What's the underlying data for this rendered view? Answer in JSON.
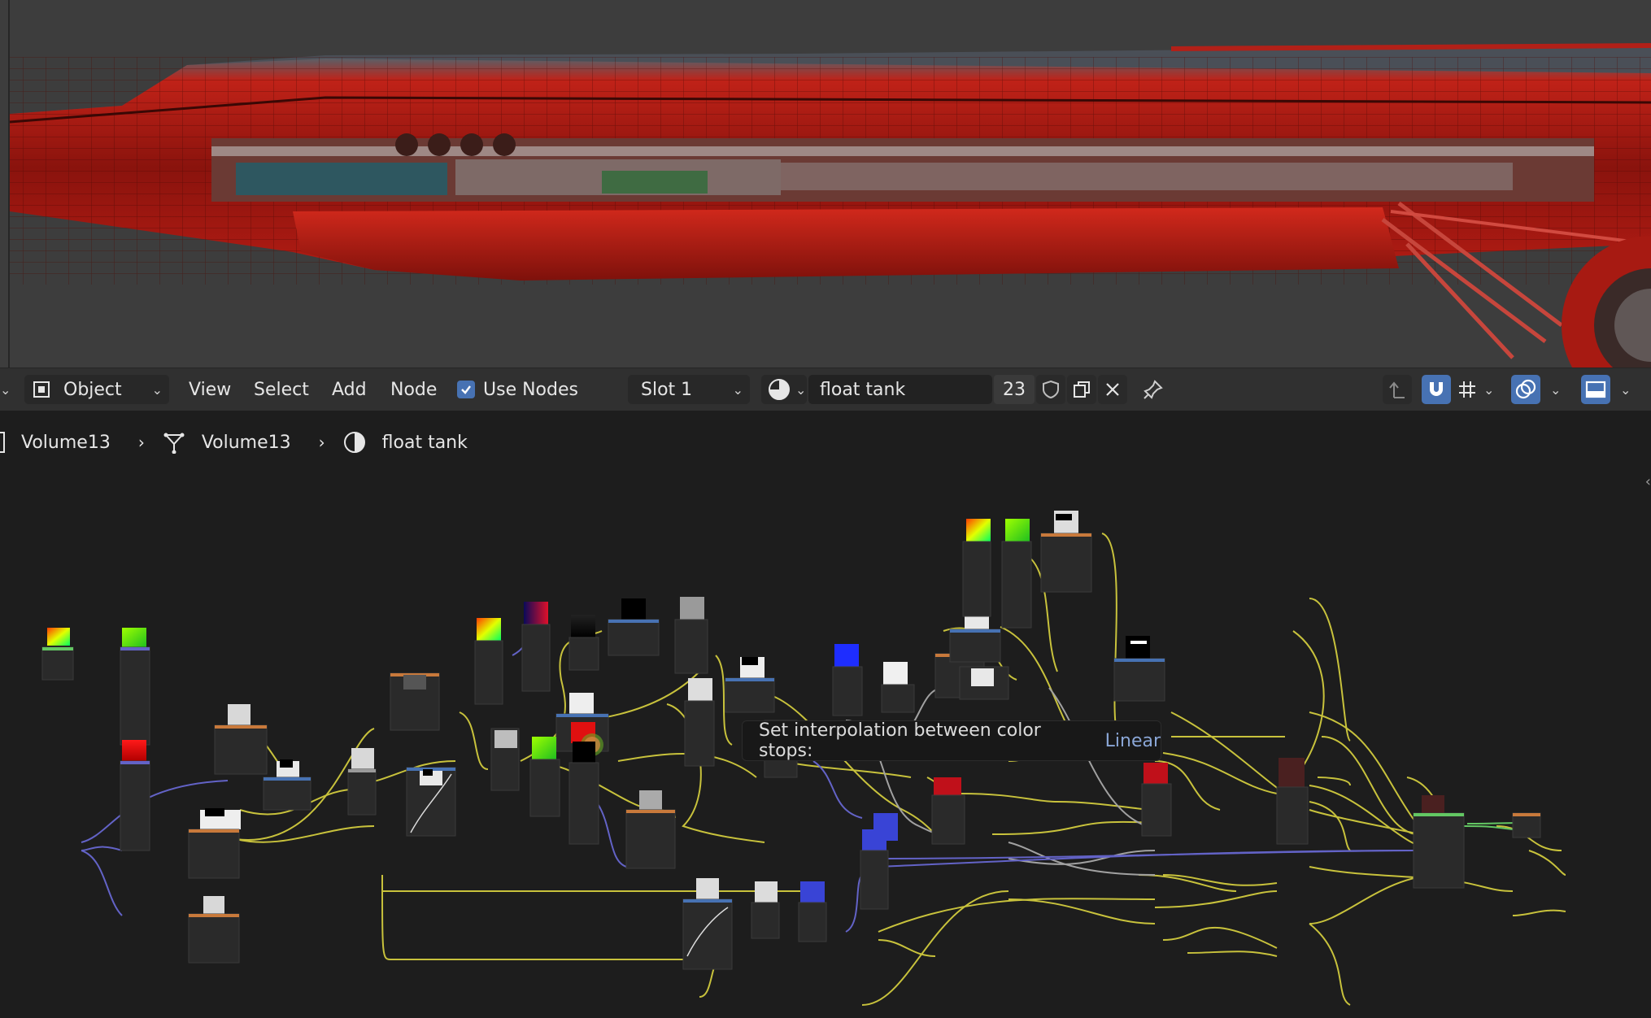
{
  "header": {
    "mode_label": "Object",
    "menus": [
      "View",
      "Select",
      "Add",
      "Node"
    ],
    "use_nodes_label": "Use Nodes",
    "slot_label": "Slot 1",
    "material_name": "float tank",
    "user_count": "23"
  },
  "breadcrumbs": {
    "object": "Volume13",
    "mesh": "Volume13",
    "material": "float tank"
  },
  "tooltip": {
    "text": "Set interpolation between color stops:",
    "value": "Linear"
  },
  "colors": {
    "accent": "#4772b3",
    "hull_red": "#b01a12",
    "link_yellow": "#c8c23c",
    "link_blue": "#6363c7",
    "link_gray": "#a1a1a1",
    "link_green": "#63c763"
  }
}
